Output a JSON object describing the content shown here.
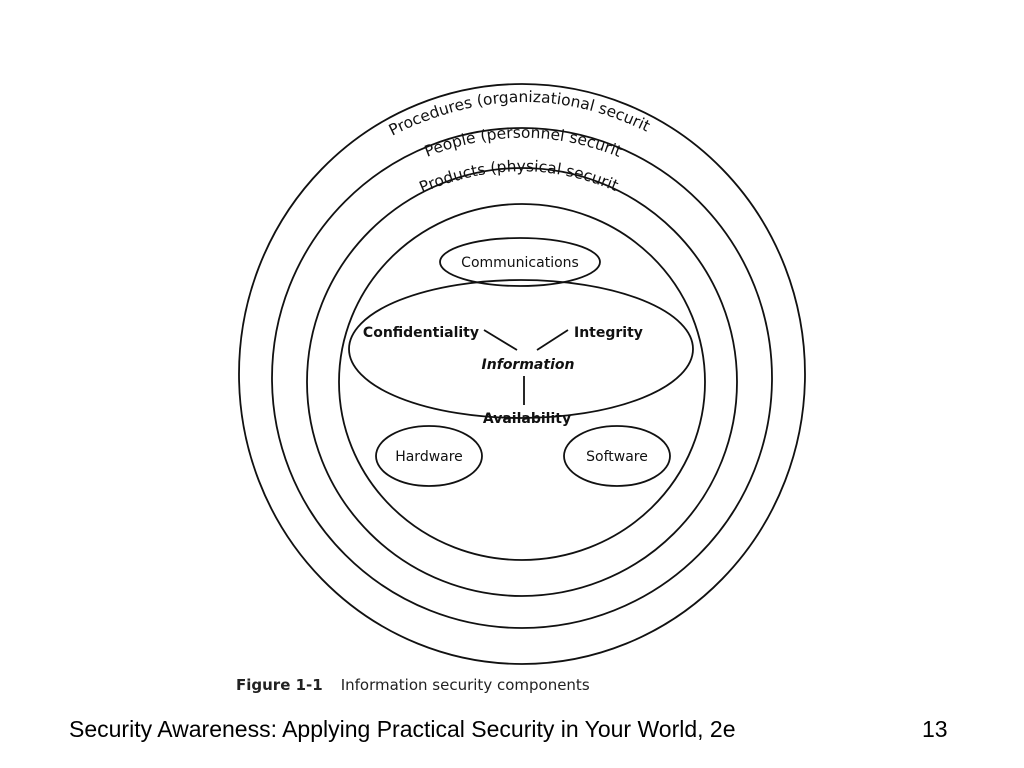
{
  "diagram": {
    "rings": {
      "procedures": "Procedures (organizational security)",
      "people": "People (personnel security)",
      "products": "Products (physical security)"
    },
    "nodes": {
      "communications": "Communications",
      "hardware": "Hardware",
      "software": "Software"
    },
    "core": {
      "confidentiality": "Confidentiality",
      "integrity": "Integrity",
      "information": "Information",
      "availability": "Availability"
    }
  },
  "caption": {
    "number": "Figure 1-1",
    "text": "Information security components"
  },
  "footer": {
    "title": "Security Awareness: Applying Practical Security in Your World, 2e",
    "page_number": "13"
  }
}
